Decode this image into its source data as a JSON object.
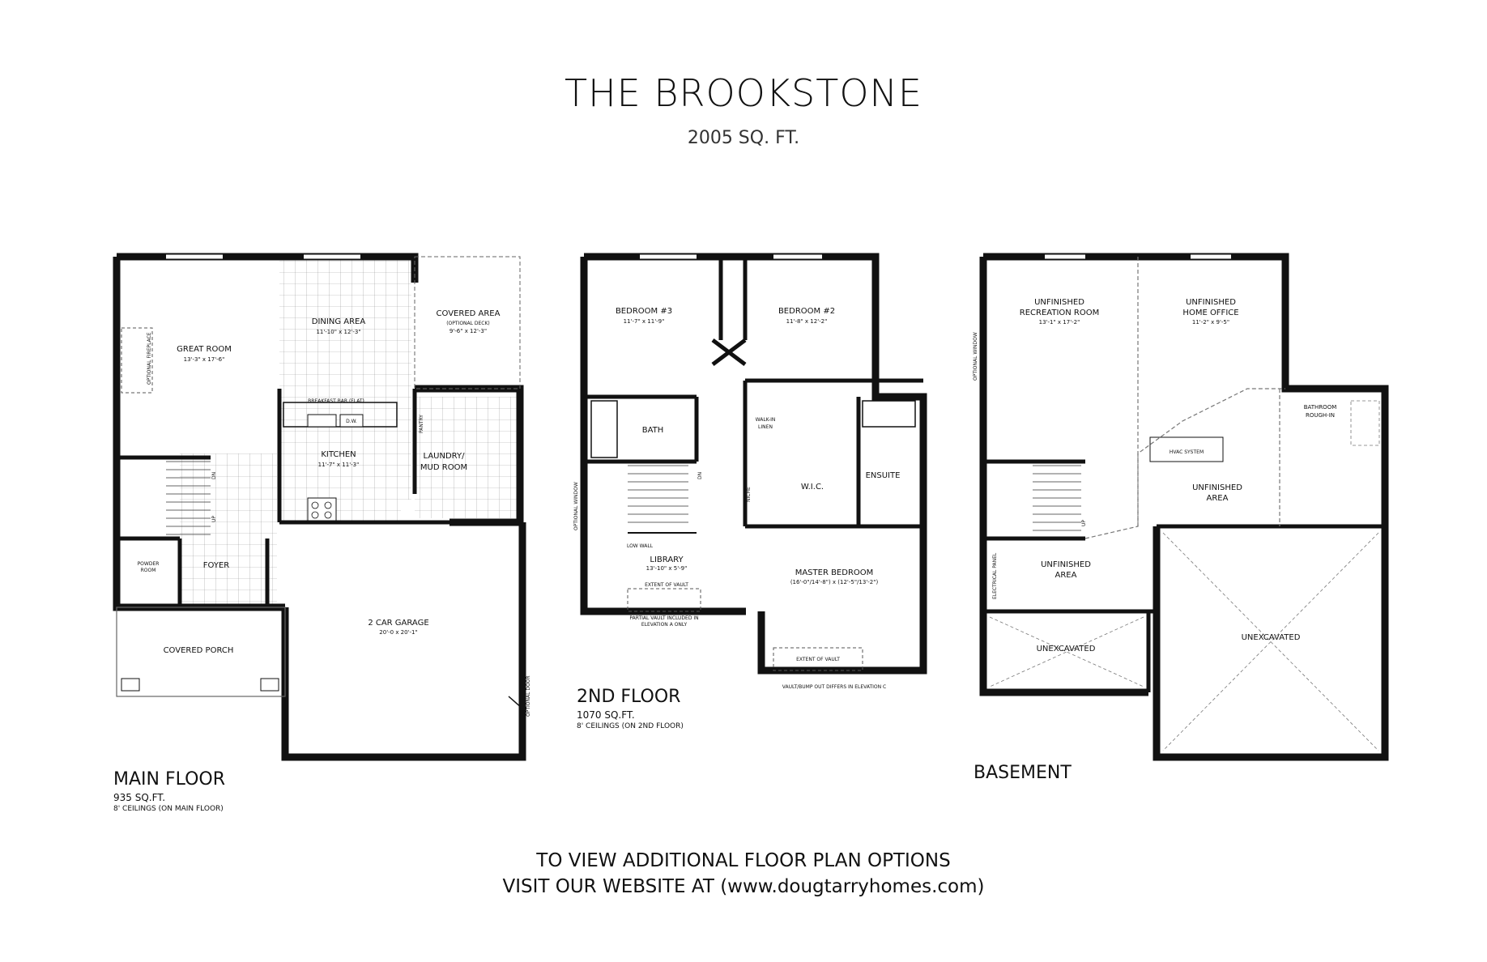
{
  "title": "THE BROOKSTONE",
  "total_area": "2005 SQ. FT.",
  "floors": {
    "main": {
      "name": "MAIN FLOOR",
      "area": "935 SQ.FT.",
      "ceilings": "8' CEILINGS (ON MAIN FLOOR)",
      "rooms": {
        "great_room": "GREAT ROOM",
        "great_room_dim": "13'-3\" x 17'-6\"",
        "dining": "DINING AREA",
        "dining_dim": "11'-10\" x 12'-3\"",
        "covered_area": "COVERED AREA",
        "covered_area_note": "(OPTIONAL DECK)",
        "covered_area_dim": "9'-6\" x 12'-3\"",
        "fireplace": "OPTIONAL FIREPLACE",
        "breakfast_bar": "BREAKFAST BAR (FLAT)",
        "dw": "D.W.",
        "kitchen": "KITCHEN",
        "kitchen_dim": "11'-7\" x 11'-3\"",
        "pantry": "PANTRY",
        "laundry": "LAUNDRY/",
        "laundry2": "MUD ROOM",
        "dn": "DN",
        "up": "UP",
        "powder": "POWDER",
        "powder2": "ROOM",
        "foyer": "FOYER",
        "garage": "2 CAR GARAGE",
        "garage_dim": "20'-0 x 20'-1\"",
        "porch": "COVERED PORCH",
        "optional_door": "OPTIONAL DOOR"
      }
    },
    "second": {
      "name": "2ND FLOOR",
      "area": "1070 SQ.FT.",
      "ceilings": "8' CEILINGS (ON 2ND FLOOR)",
      "rooms": {
        "bed3": "BEDROOM #3",
        "bed3_dim": "11'-7\" x 11'-9\"",
        "bed2": "BEDROOM #2",
        "bed2_dim": "11'-8\" x 12'-2\"",
        "bath": "BATH",
        "linen": "WALK-IN",
        "linen2": "LINEN",
        "dn": "DN",
        "niche": "NICHE",
        "wic": "W.I.C.",
        "ensuite": "ENSUITE",
        "optional_window": "OPTIONAL WINDOW",
        "low_wall": "LOW WALL",
        "library": "LIBRARY",
        "library_dim": "13'-10\" x 5'-9\"",
        "extent_vault": "EXTENT OF VAULT",
        "partial_vault": "PARTIAL VAULT INCLUDED IN",
        "partial_vault2": "ELEVATION A ONLY",
        "master": "MASTER BEDROOM",
        "master_dim": "(16'-0\"/14'-8\") x (12'-5\"/13'-2\")",
        "extent_vault2": "EXTENT OF VAULT",
        "vault_bump": "VAULT/BUMP OUT DIFFERS IN ELEVATION C"
      }
    },
    "basement": {
      "name": "BASEMENT",
      "rooms": {
        "optional_window": "OPTIONAL WINDOW",
        "rec": "UNFINISHED",
        "rec2": "RECREATION ROOM",
        "rec_dim": "13'-1\" x 17'-2\"",
        "office": "UNFINISHED",
        "office2": "HOME OFFICE",
        "office_dim": "11'-2\" x 9'-5\"",
        "bath_rough": "BATHROOM",
        "bath_rough2": "ROUGH-IN",
        "hvac": "HVAC SYSTEM",
        "unfinished_area": "UNFINISHED",
        "unfinished_area2": "AREA",
        "unfinished_area_b": "UNFINISHED",
        "unfinished_area_b2": "AREA",
        "up": "UP",
        "electrical": "ELECTRICAL PANEL",
        "unexcavated_small": "UNEXCAVATED",
        "unexcavated_large": "UNEXCAVATED"
      }
    }
  },
  "footer": {
    "line1": "TO VIEW ADDITIONAL FLOOR PLAN OPTIONS",
    "line2": "VISIT OUR WEBSITE AT (www.dougtarryhomes.com)"
  }
}
